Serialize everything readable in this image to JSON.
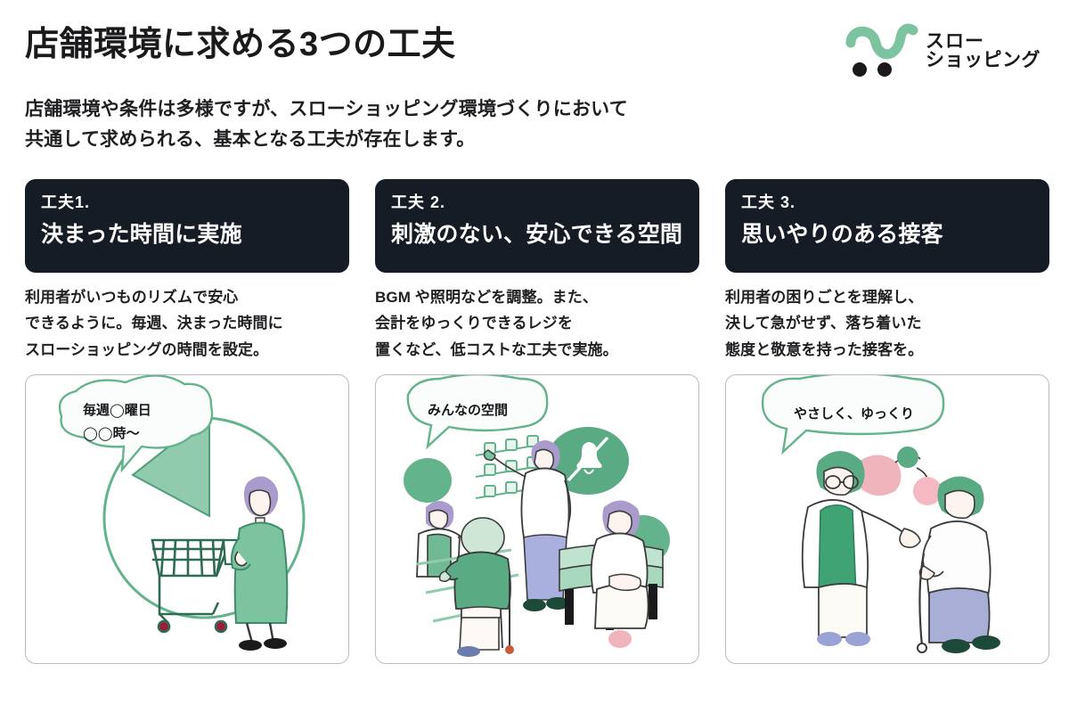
{
  "header": {
    "title": "店舗環境に求める3つの工夫",
    "logo": {
      "line1": "スロー",
      "line2": "ショッピング",
      "mark_icon": "shopping-cart-icon",
      "cart_color": "#7cc3a0",
      "wheel_color": "#1a1a1c"
    }
  },
  "lead": {
    "line1": "店舗環境や条件は多様ですが、スローショッピング環境づくりにおいて",
    "line2": "共通して求められる、基本となる工夫が存在します。"
  },
  "colors": {
    "card_background": "#161c26",
    "card_text": "#ffffff",
    "body_text": "#1f1f22",
    "accent_green": "#63b38c",
    "light_green": "#a8d8bd",
    "pale_green": "#d8eee2",
    "frame_border": "#b9bcc2",
    "page_background": "#ffffff",
    "purple_hair": "#a99ccd",
    "blue_pants": "#a8aed6",
    "pink": "#f0b4bd"
  },
  "columns": [
    {
      "kicker": "工夫1.",
      "title": "決まった時間に実施",
      "body": [
        "利用者がいつものリズムで安心",
        "できるように。毎週、決まった時間に",
        "スローショッピングの時間を設定。"
      ],
      "illustration": {
        "name": "scheduled-time-illustration",
        "bubble": [
          "毎週◯曜日",
          "◯◯時〜"
        ],
        "elements": [
          "clock-circle-icon",
          "clock-hands-icon",
          "shopping-cart-icon",
          "shopper-person-icon"
        ]
      }
    },
    {
      "kicker": "工夫 2.",
      "title": "刺激のない、安心できる空間",
      "body": [
        "BGM や照明などを調整。また、",
        "会計をゆっくりできるレジを",
        "置くなど、低コストな工夫で実施。"
      ],
      "illustration": {
        "name": "calm-space-illustration",
        "bubble": [
          "みんなの空間"
        ],
        "elements": [
          "store-clerk-icon",
          "shelf-icon",
          "no-bell-icon",
          "cane-walker-icon",
          "bench-icon",
          "seated-person-icon"
        ]
      }
    },
    {
      "kicker": "工夫 3.",
      "title": "思いやりのある接客",
      "body": [
        "利用者の困りごとを理解し、",
        "決して急がせず、落ち着いた",
        "態度と敬意を持った接客を。"
      ],
      "illustration": {
        "name": "kind-service-illustration",
        "bubble": [
          "やさしく、ゆっくり"
        ],
        "elements": [
          "apron-clerk-icon",
          "glasses-icon",
          "apple-icon",
          "cane-elderly-person-icon"
        ]
      }
    }
  ]
}
